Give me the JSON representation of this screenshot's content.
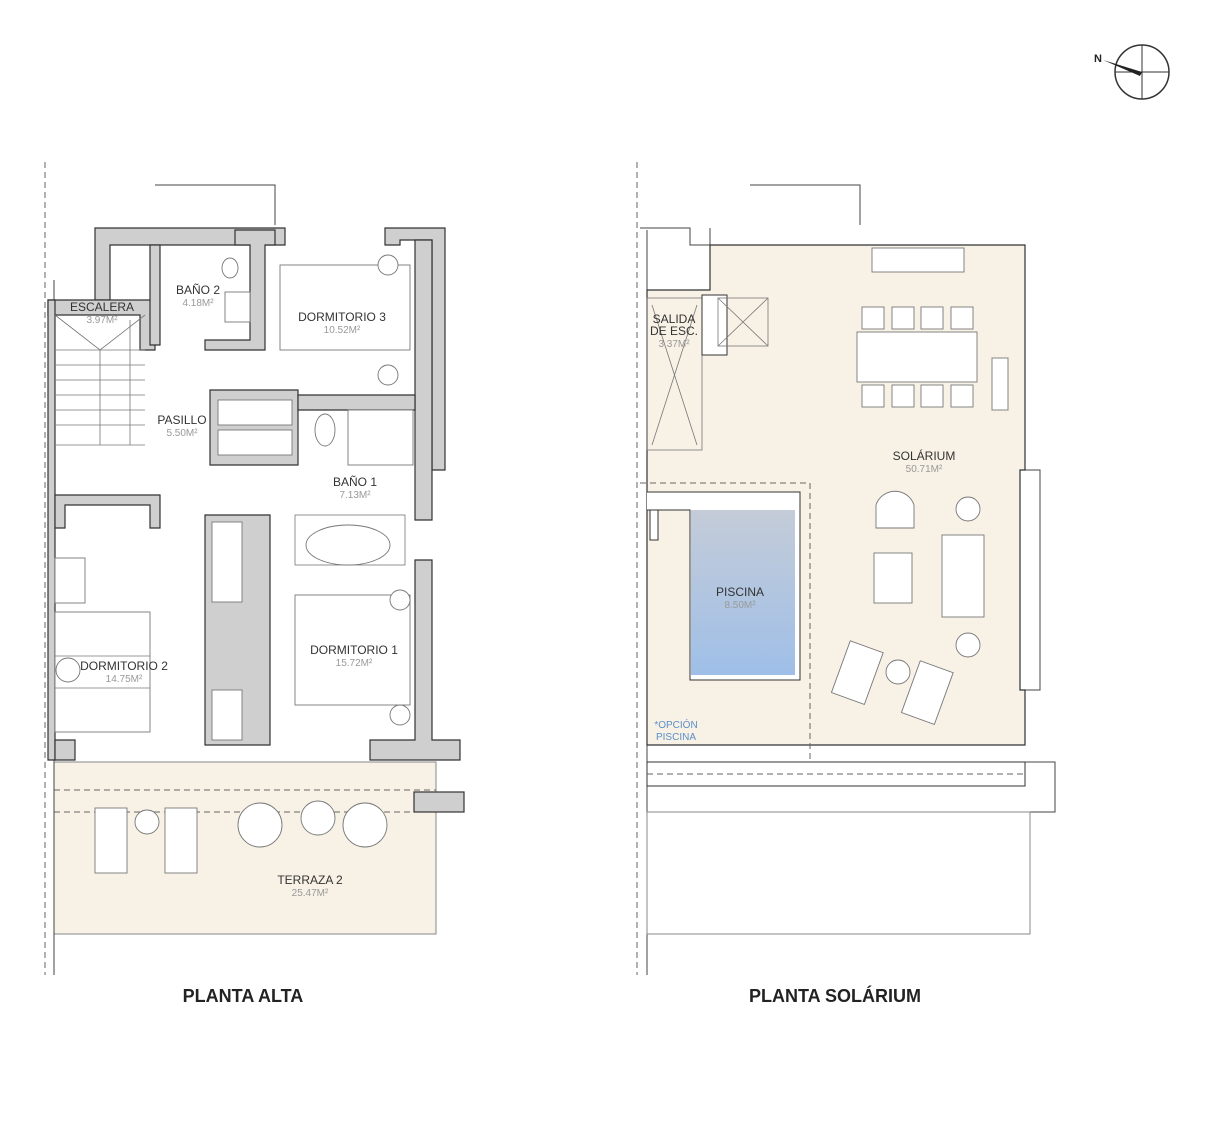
{
  "compass": {
    "label": "N",
    "icon": "north-arrow-icon"
  },
  "plans": [
    {
      "title": "PLANTA  ALTA",
      "rooms": [
        {
          "name": "ESCALERA",
          "area": "3.97M²"
        },
        {
          "name": "BAÑO 2",
          "area": "4.18M²"
        },
        {
          "name": "DORMITORIO 3",
          "area": "10.52M²"
        },
        {
          "name": "PASILLO",
          "area": "5.50M²"
        },
        {
          "name": "BAÑO 1",
          "area": "7.13M²"
        },
        {
          "name": "DORMITORIO 2",
          "area": "14.75M²"
        },
        {
          "name": "DORMITORIO 1",
          "area": "15.72M²"
        },
        {
          "name": "TERRAZA 2",
          "area": "25.47M²"
        }
      ]
    },
    {
      "title": "PLANTA SOLÁRIUM",
      "rooms": [
        {
          "name": "SALIDA",
          "name2": "DE ESC.",
          "area": "3.37M²"
        },
        {
          "name": "SOLÁRIUM",
          "area": "50.71M²"
        },
        {
          "name": "PISCINA",
          "area": "8.50M²"
        }
      ],
      "note": {
        "line1": "*OPCIÓN",
        "line2": "PISCINA"
      }
    }
  ],
  "colors": {
    "terrace": "#f8f1e6",
    "pool_top": "#c4ccd8",
    "pool_bottom": "#9fbfe8",
    "wall": "#cfcfcf",
    "note": "#5a8fc8"
  }
}
